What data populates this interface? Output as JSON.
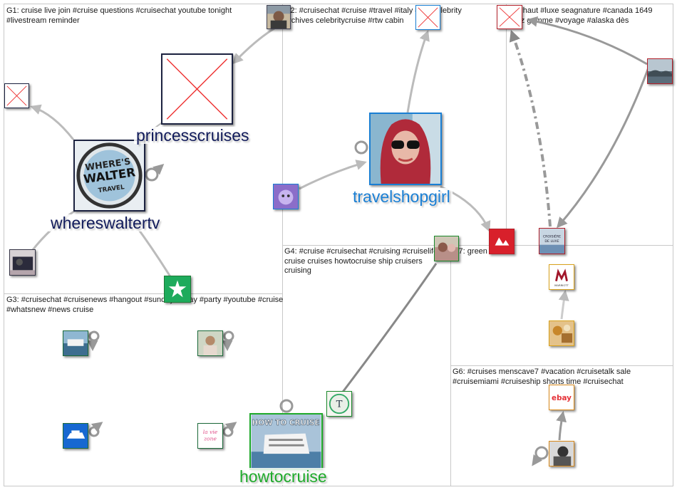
{
  "groups": [
    {
      "id": "G1",
      "label": "G1: cruise live join #cruise questions #cruisechat youtube tonight #livestream reminder"
    },
    {
      "id": "G2",
      "label": "G2: #cruisechat #cruise #travel #italy #ttot celebrity archives celebritycruise #rtw cabin"
    },
    {
      "id": "G5",
      "label": "G5: haut #luxe seagnature #canada 1649 chez gamme #voyage #alaska dès"
    },
    {
      "id": "G4",
      "label": "G4: #cruise #cruisechat #cruising #cruiselife cruise cruises howtocruise ship cruisers cruising"
    },
    {
      "id": "G7",
      "label": "G7: green"
    },
    {
      "id": "G3",
      "label": "G3: #cruisechat #cruisenews #hangout #sundayfunday #party #youtube #cruise #whatsnew #news cruise"
    },
    {
      "id": "G6",
      "label": "G6: #cruises menscave7 #vacation #cruisetalk sale #cruisemiami #cruiseship shorts time #cruisechat"
    }
  ],
  "labels": {
    "princesscruises": "princesscruises",
    "whereswaltertv": "whereswaltertv",
    "travelshopgirl": "travelshopgirl",
    "howtocruise": "howtocruise"
  },
  "logo_text": {
    "walter_1": "WHERE'S",
    "walter_2": "WALTER",
    "walter_3": "TRAVEL",
    "howto": "HOW TO CRUISE",
    "ebay": "ebay",
    "marriott": "MARRIOTT",
    "croisiere_1": "CROISIÈRE",
    "croisiere_2": "DE LUXE",
    "lavie_1": "la vie",
    "lavie_2": "zone"
  },
  "colors": {
    "edge": "#999999",
    "edge_light": "#bbbbbb",
    "group_border": "#c8c8c8",
    "label_navy": "#101a5a",
    "label_blue": "#1a7fd4",
    "label_green": "#1faa2b",
    "missing_image_x": "#ee3333"
  }
}
